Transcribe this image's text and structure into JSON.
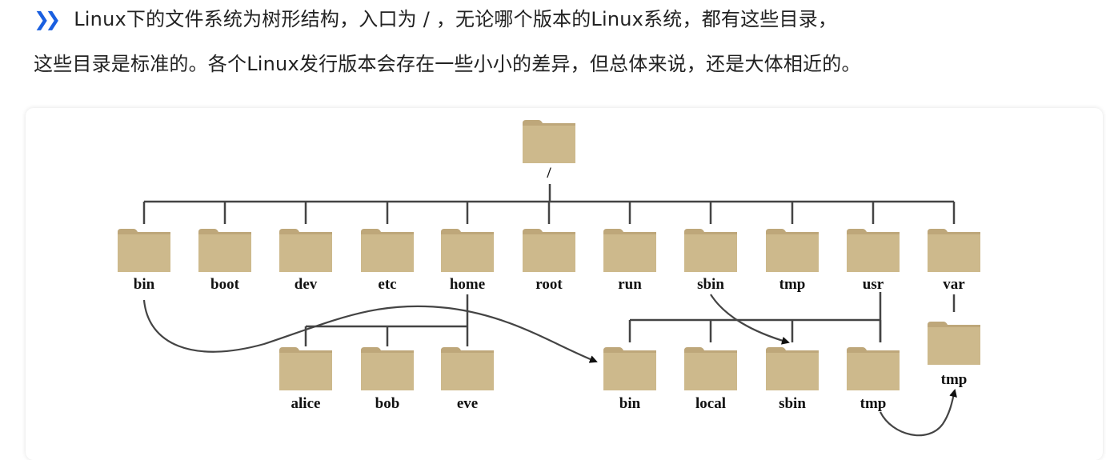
{
  "intro": {
    "icon": "double-chevron-right-icon",
    "line1": "Linux下的文件系统为树形结构，入口为 / ，无论哪个版本的Linux系统，都有这些目录，",
    "line2": "这些目录是标准的。各个Linux发行版本会存在一些小小的差异，但总体来说，还是大体相近的。"
  },
  "diagram": {
    "root": "/",
    "top_level": [
      "bin",
      "boot",
      "dev",
      "etc",
      "home",
      "root",
      "run",
      "sbin",
      "tmp",
      "usr",
      "var"
    ],
    "home_children": [
      "alice",
      "bob",
      "eve"
    ],
    "usr_children": [
      "bin",
      "local",
      "sbin",
      "tmp"
    ],
    "var_children": [
      "tmp"
    ],
    "colors": {
      "folder": "#cdb98c",
      "folder_tab": "#bea77a",
      "accent": "#1a5fe0"
    }
  }
}
